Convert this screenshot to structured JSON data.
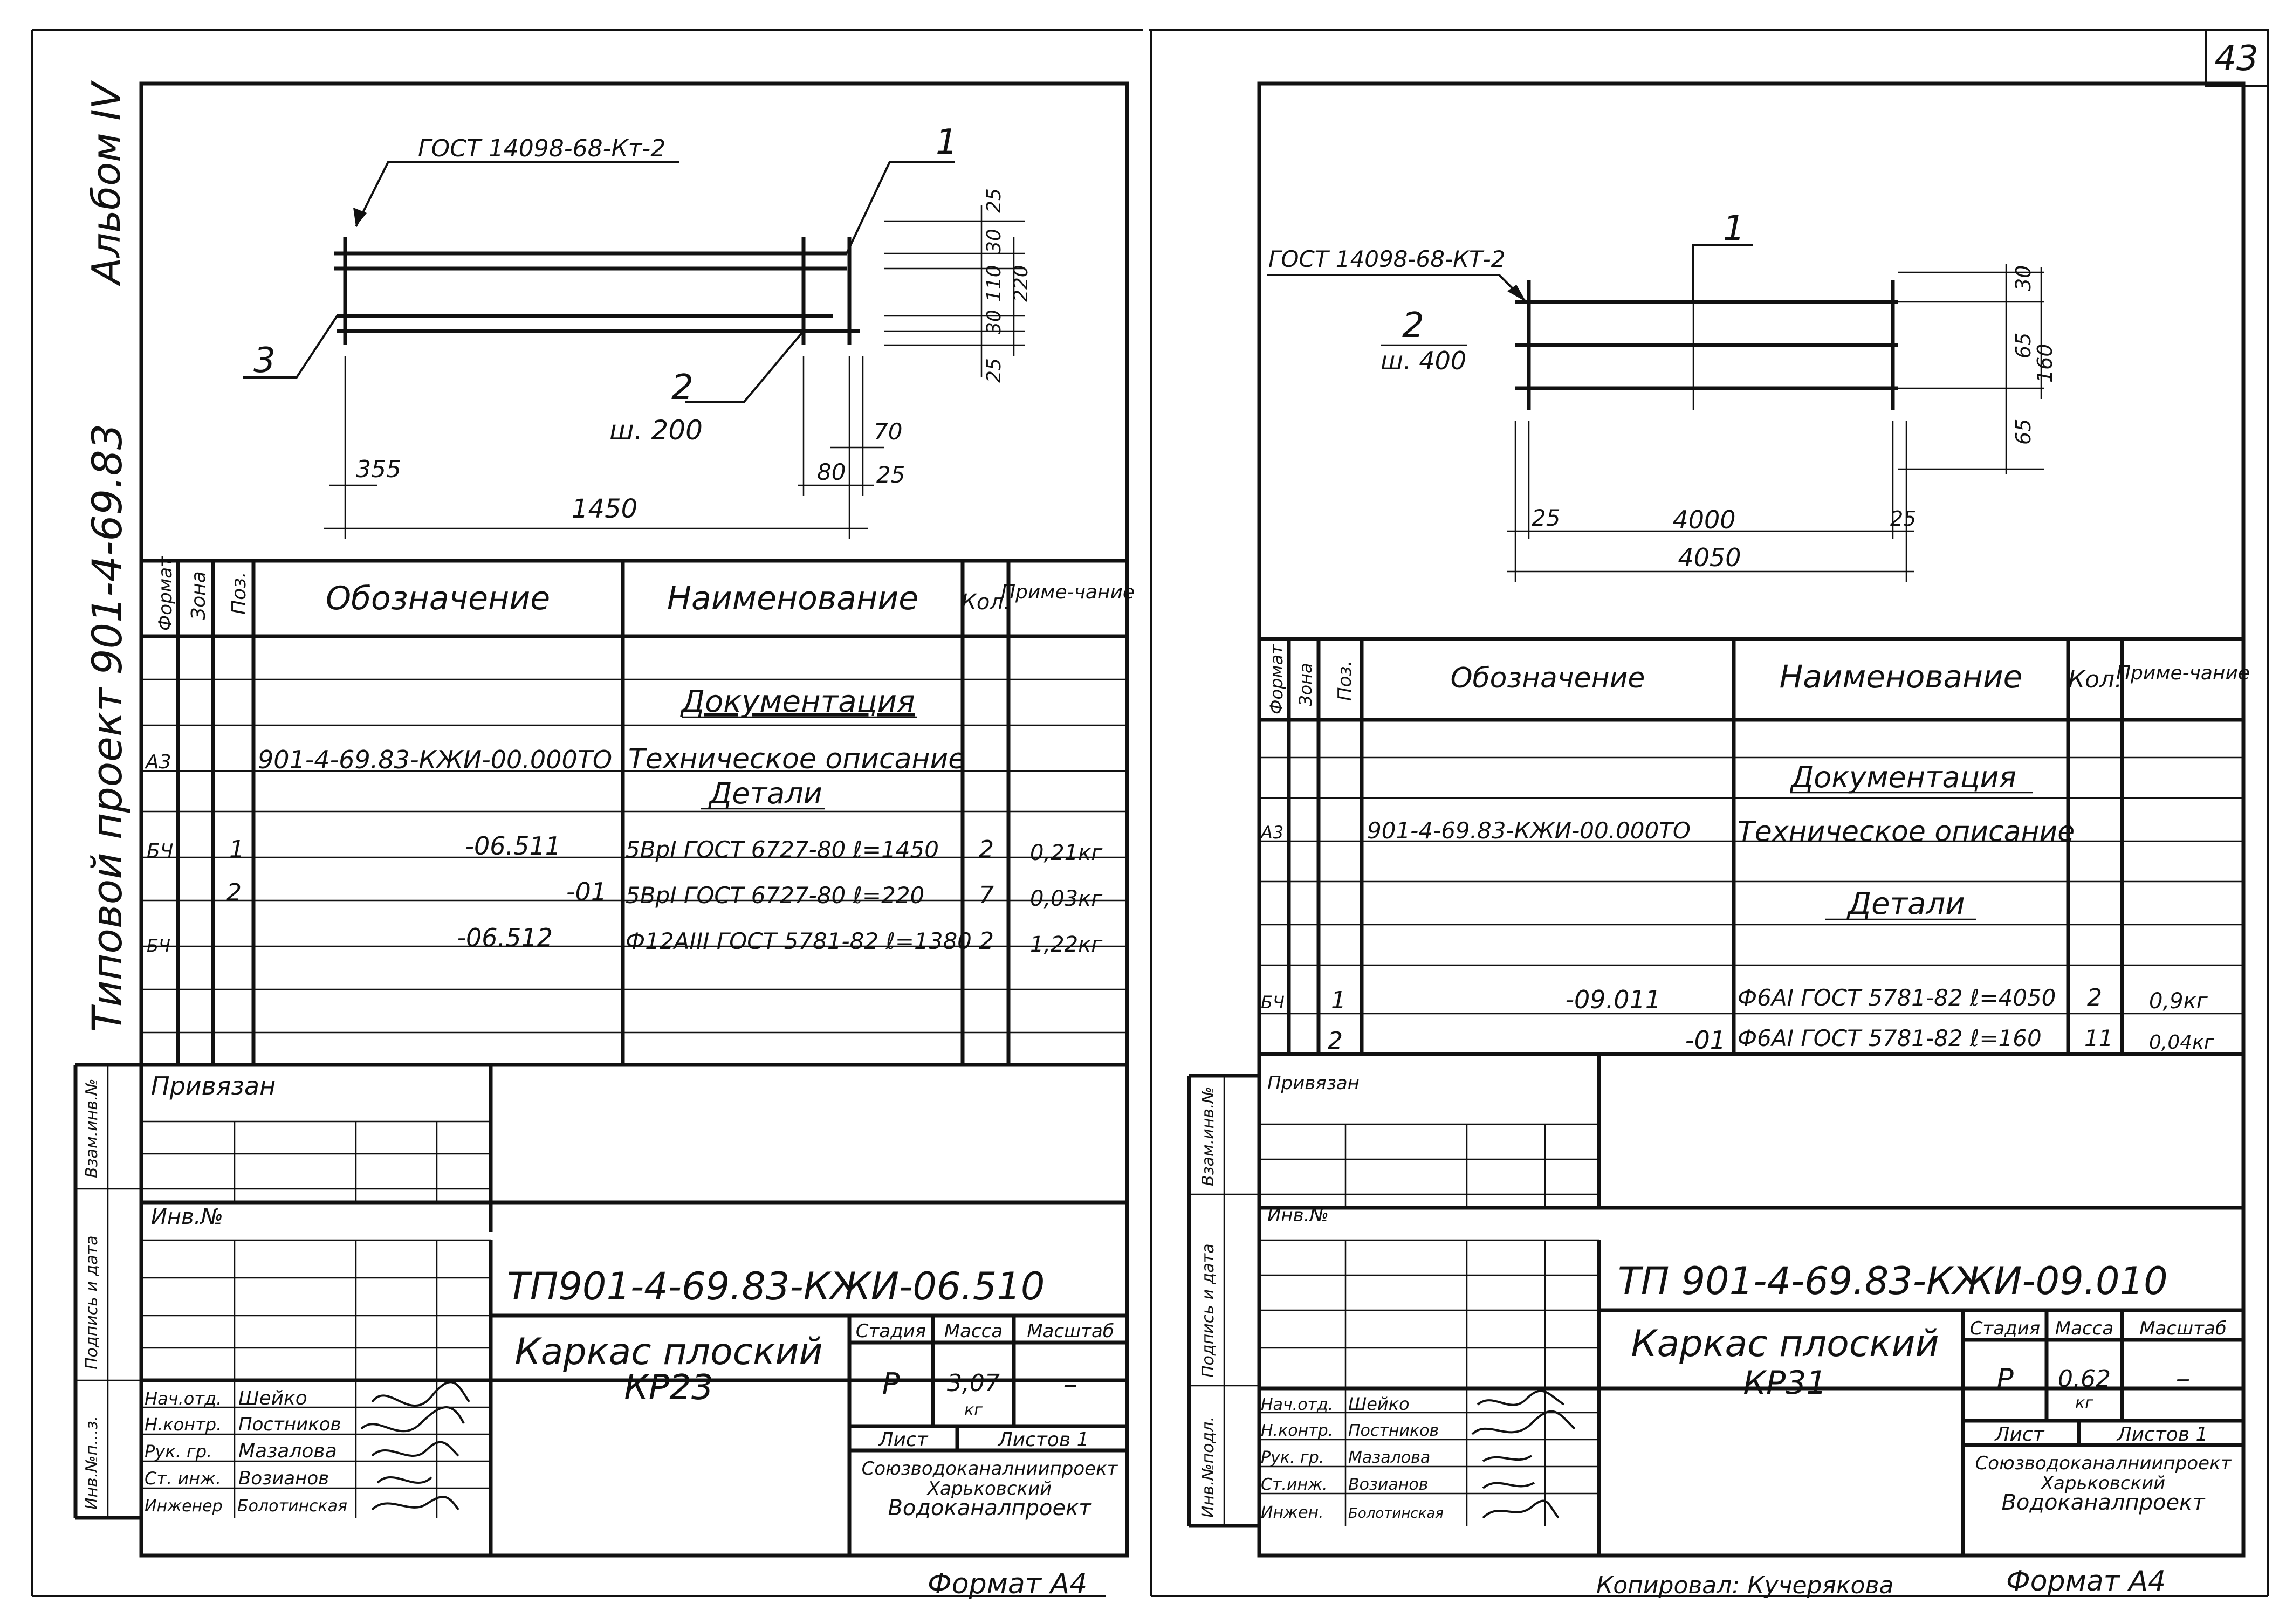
{
  "page_number": "43",
  "side_stamp": {
    "album": "Альбом IV",
    "project": "Типовой проект 901-4-69.83"
  },
  "margin_labels": {
    "vzam_inv": "Взам.инв.№",
    "podpis_data": "Подпись и дата",
    "inv_podl_left": "Инв.№п...з.",
    "inv_podl_right": "Инв.№подл."
  },
  "table_headers": {
    "format": "Формат",
    "zona": "Зона",
    "poz": "Поз.",
    "oboznachenie": "Обозначение",
    "naimenovanie": "Наименование",
    "kol": "Кол.",
    "primechanie": "Приме-чание"
  },
  "stamp_headers": {
    "stadiya": "Стадия",
    "massa": "Масса",
    "masshtab": "Масштаб",
    "list": "Лист",
    "listov_left": "Листов 1",
    "listov_right": "Листов 1",
    "privyazan": "Привязан",
    "inv_no": "Инв.№"
  },
  "left_sheet": {
    "drawing": {
      "gost": "ГОСТ 14098-68-Кт-2",
      "label_1": "1",
      "label_2": "2",
      "label_3": "3",
      "pitch": "ш. 200",
      "dim_25a": "25",
      "dim_30": "30",
      "dim_110": "110",
      "dim_220": "220",
      "dim_30b": "30",
      "dim_25b": "25",
      "dim_355": "355",
      "dim_1450": "1450",
      "dim_80": "80",
      "dim_70": "70",
      "dim_25c": "25"
    },
    "section_doc": "Документация",
    "section_details": "Детали",
    "rows": [
      {
        "format": "А3",
        "poz": "",
        "oboz": "901-4-69.83-КЖИ-00.000ТО",
        "name": "Техническое описание",
        "kol": "",
        "prim": ""
      },
      {
        "format": "БЧ",
        "poz": "1",
        "oboz": "-06.511",
        "name": "5ВрI ГОСТ 6727-80 ℓ=1450",
        "kol": "2",
        "prim": "0,21кг"
      },
      {
        "format": "",
        "poz": "2",
        "oboz": "-01",
        "name": "5ВрI ГОСТ 6727-80 ℓ=220",
        "kol": "7",
        "prim": "0,03кг"
      },
      {
        "format": "БЧ",
        "poz": "",
        "oboz": "-06.512",
        "name": "Ф12АIII ГОСТ 5781-82 ℓ=1380",
        "kol": "2",
        "prim": "1,22кг"
      }
    ],
    "code": "ТП901-4-69.83-КЖИ-06.510",
    "title_line1": "Каркас плоский",
    "title_line2": "КР23",
    "stadiya": "Р",
    "massa": "3,07",
    "massa_unit": "кг",
    "masshtab": "–",
    "org1": "Союзводоканалниипроект",
    "org2": "Харьковский",
    "org3": "Водоканалпроект",
    "signers": [
      {
        "role": "Нач.отд.",
        "name": "Шейко"
      },
      {
        "role": "Н.контр.",
        "name": "Постников"
      },
      {
        "role": "Рук. гр.",
        "name": "Мазалова"
      },
      {
        "role": "Ст. инж.",
        "name": "Возианов"
      },
      {
        "role": "Инженер",
        "name": "Болотинская"
      }
    ],
    "format_label": "Формат А4"
  },
  "right_sheet": {
    "drawing": {
      "gost": "ГОСТ 14098-68-КТ-2",
      "label_1": "1",
      "label_2": "2",
      "pitch": "ш. 400",
      "dim_30": "30",
      "dim_65a": "65",
      "dim_160": "160",
      "dim_65b": "65",
      "dim_25a": "25",
      "dim_4000": "4000",
      "dim_25b": "25",
      "dim_4050": "4050"
    },
    "section_doc": "Документация",
    "section_details": "Детали",
    "rows": [
      {
        "format": "А3",
        "poz": "",
        "oboz": "901-4-69.83-КЖИ-00.000ТО",
        "name": "Техническое описание",
        "kol": "",
        "prim": ""
      },
      {
        "format": "БЧ",
        "poz": "1",
        "oboz": "-09.011",
        "name": "Ф6АI ГОСТ 5781-82 ℓ=4050",
        "kol": "2",
        "prim": "0,9кг"
      },
      {
        "format": "",
        "poz": "2",
        "oboz": "-01",
        "name": "Ф6АI ГОСТ 5781-82 ℓ=160",
        "kol": "11",
        "prim": "0,04кг"
      }
    ],
    "code": "ТП 901-4-69.83-КЖИ-09.010",
    "title_line1": "Каркас плоский",
    "title_line2": "КР31",
    "stadiya": "Р",
    "massa": "0,62",
    "massa_unit": "кг",
    "masshtab": "–",
    "org1": "Союзводоканалниипроект",
    "org2": "Харьковский",
    "org3": "Водоканалпроект",
    "signers": [
      {
        "role": "Нач.отд.",
        "name": "Шейко"
      },
      {
        "role": "Н.контр.",
        "name": "Постников"
      },
      {
        "role": "Рук. гр.",
        "name": "Мазалова"
      },
      {
        "role": "Ст.инж.",
        "name": "Возианов"
      },
      {
        "role": "Инжен.",
        "name": "Болотинская"
      }
    ],
    "copied": "Копировал: Кучерякова",
    "format_label": "Формат А4"
  }
}
